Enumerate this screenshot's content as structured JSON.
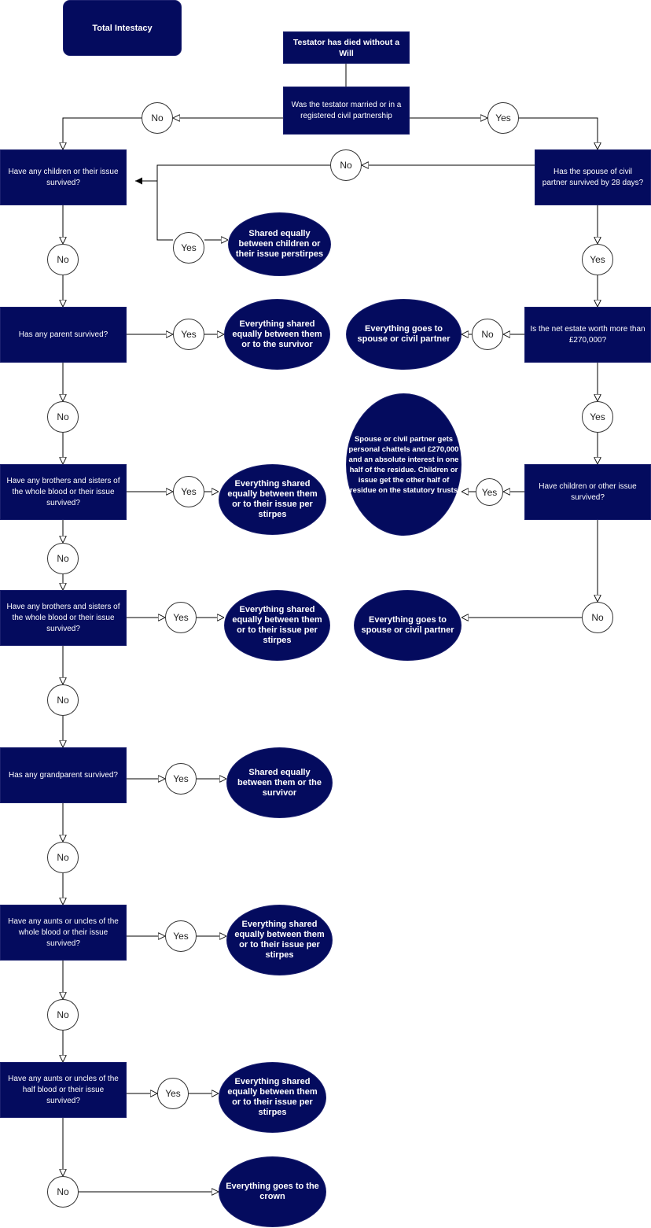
{
  "title": "Total Intestacy",
  "start": "Testator has died without a Will",
  "q_married": "Was the testator married or in a registered civil partnership",
  "left": {
    "q_children": "Have any children or their issue survived?",
    "r_children": "Shared equally between children or their issue perstirpes",
    "q_parent": "Has any parent survived?",
    "r_parent": "Everything shared equally between them or to the survivor",
    "q_siblings_whole": "Have any brothers and sisters of the whole blood or their issue survived?",
    "r_siblings_whole": "Everything shared equally between them or to their issue per stirpes",
    "q_siblings_half": "Have any brothers and sisters of the whole blood or their issue survived?",
    "r_siblings_half": "Everything shared equally between them or to their issue per stirpes",
    "q_grandparent": "Has any grandparent survived?",
    "r_grandparent": "Shared equally between them or the survivor",
    "q_aunts_whole": "Have any aunts or uncles of the whole blood or their issue survived?",
    "r_aunts_whole": "Everything shared equally between them or to their issue per stirpes",
    "q_aunts_half": "Have any aunts or uncles of the half blood or their issue survived?",
    "r_aunts_half": "Everything shared equally between them or to their issue per stirpes",
    "r_crown": "Everything goes to the crown"
  },
  "right": {
    "q_spouse": "Has the spouse of civil partner survived by 28 days?",
    "q_estate": "Is the net estate worth more than £270,000?",
    "r_estate_no": "Everything goes to spouse or civil partner",
    "q_issue": "Have children or other issue survived?",
    "r_issue_yes": "Spouse or civil partner gets personal chattels and £270,000 and an absolute interest in one half of the residue. Children or issue get the other half of residue on the statutory trusts",
    "r_issue_no": "Everything goes to spouse or civil partner"
  },
  "yes_label": "Yes",
  "no_label": "No"
}
